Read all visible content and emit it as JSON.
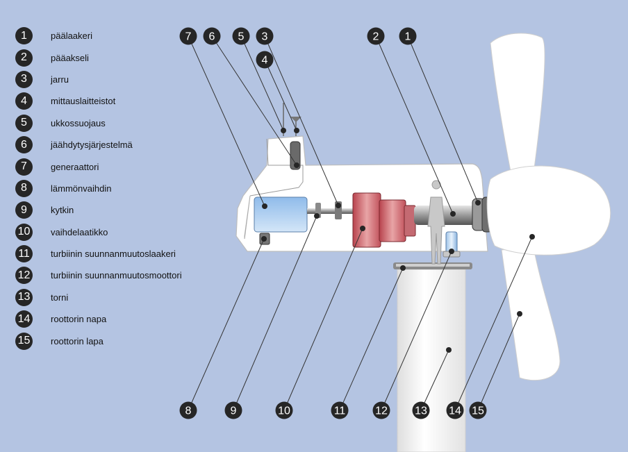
{
  "legend": {
    "items": [
      {
        "number": "1",
        "label": "päälaakeri"
      },
      {
        "number": "2",
        "label": "pääakseli"
      },
      {
        "number": "3",
        "label": "jarru"
      },
      {
        "number": "4",
        "label": "mittauslaitteistot"
      },
      {
        "number": "5",
        "label": "ukkossuojaus"
      },
      {
        "number": "6",
        "label": "jäähdytysjärjestelmä"
      },
      {
        "number": "7",
        "label": "generaattori"
      },
      {
        "number": "8",
        "label": "lämmönvaihdin"
      },
      {
        "number": "9",
        "label": "kytkin"
      },
      {
        "number": "10",
        "label": "vaihdelaatikko"
      },
      {
        "number": "11",
        "label": "turbiinin suunnanmuutoslaakeri"
      },
      {
        "number": "12",
        "label": "turbiinin suunnanmuutosmoottori"
      },
      {
        "number": "13",
        "label": "torni"
      },
      {
        "number": "14",
        "label": "roottorin napa"
      },
      {
        "number": "15",
        "label": "roottorin lapa"
      }
    ]
  },
  "callouts": {
    "top": [
      "7",
      "6",
      "5",
      "3",
      "4",
      "2",
      "1"
    ],
    "bottom": [
      "8",
      "9",
      "10",
      "11",
      "12",
      "13",
      "14",
      "15"
    ]
  },
  "colors": {
    "background": "#b4c4e2",
    "badge": "#262626",
    "nacelle": "#ffffff",
    "generator": "#a9cdf0",
    "gearbox": "#c0505a",
    "leader_line": "#333333"
  }
}
